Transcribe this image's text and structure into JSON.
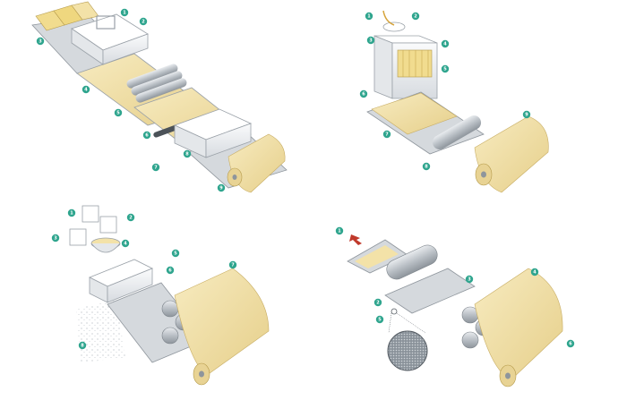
{
  "colors": {
    "paper": "#f3e2a8",
    "paper_shade": "#d9c07a",
    "metal": "#c9ccd0",
    "metal_dark": "#8e959c",
    "box": "#eef0f2",
    "badge": "#2fa58e",
    "arrow": "#c0392b"
  },
  "panels": [
    {
      "id": "top-left",
      "description_of_callouts": "numbered callouts",
      "callouts": [
        "1",
        "2",
        "3",
        "4",
        "5",
        "6",
        "7",
        "8",
        "9"
      ]
    },
    {
      "id": "top-right",
      "callouts": [
        "1",
        "2",
        "3",
        "4",
        "5",
        "6",
        "7",
        "8",
        "9"
      ]
    },
    {
      "id": "bottom-left",
      "callouts": [
        "1",
        "2",
        "3",
        "4",
        "5",
        "6",
        "7",
        "8"
      ]
    },
    {
      "id": "bottom-right",
      "callouts": [
        "1",
        "2",
        "3",
        "4",
        "5",
        "6"
      ]
    }
  ]
}
